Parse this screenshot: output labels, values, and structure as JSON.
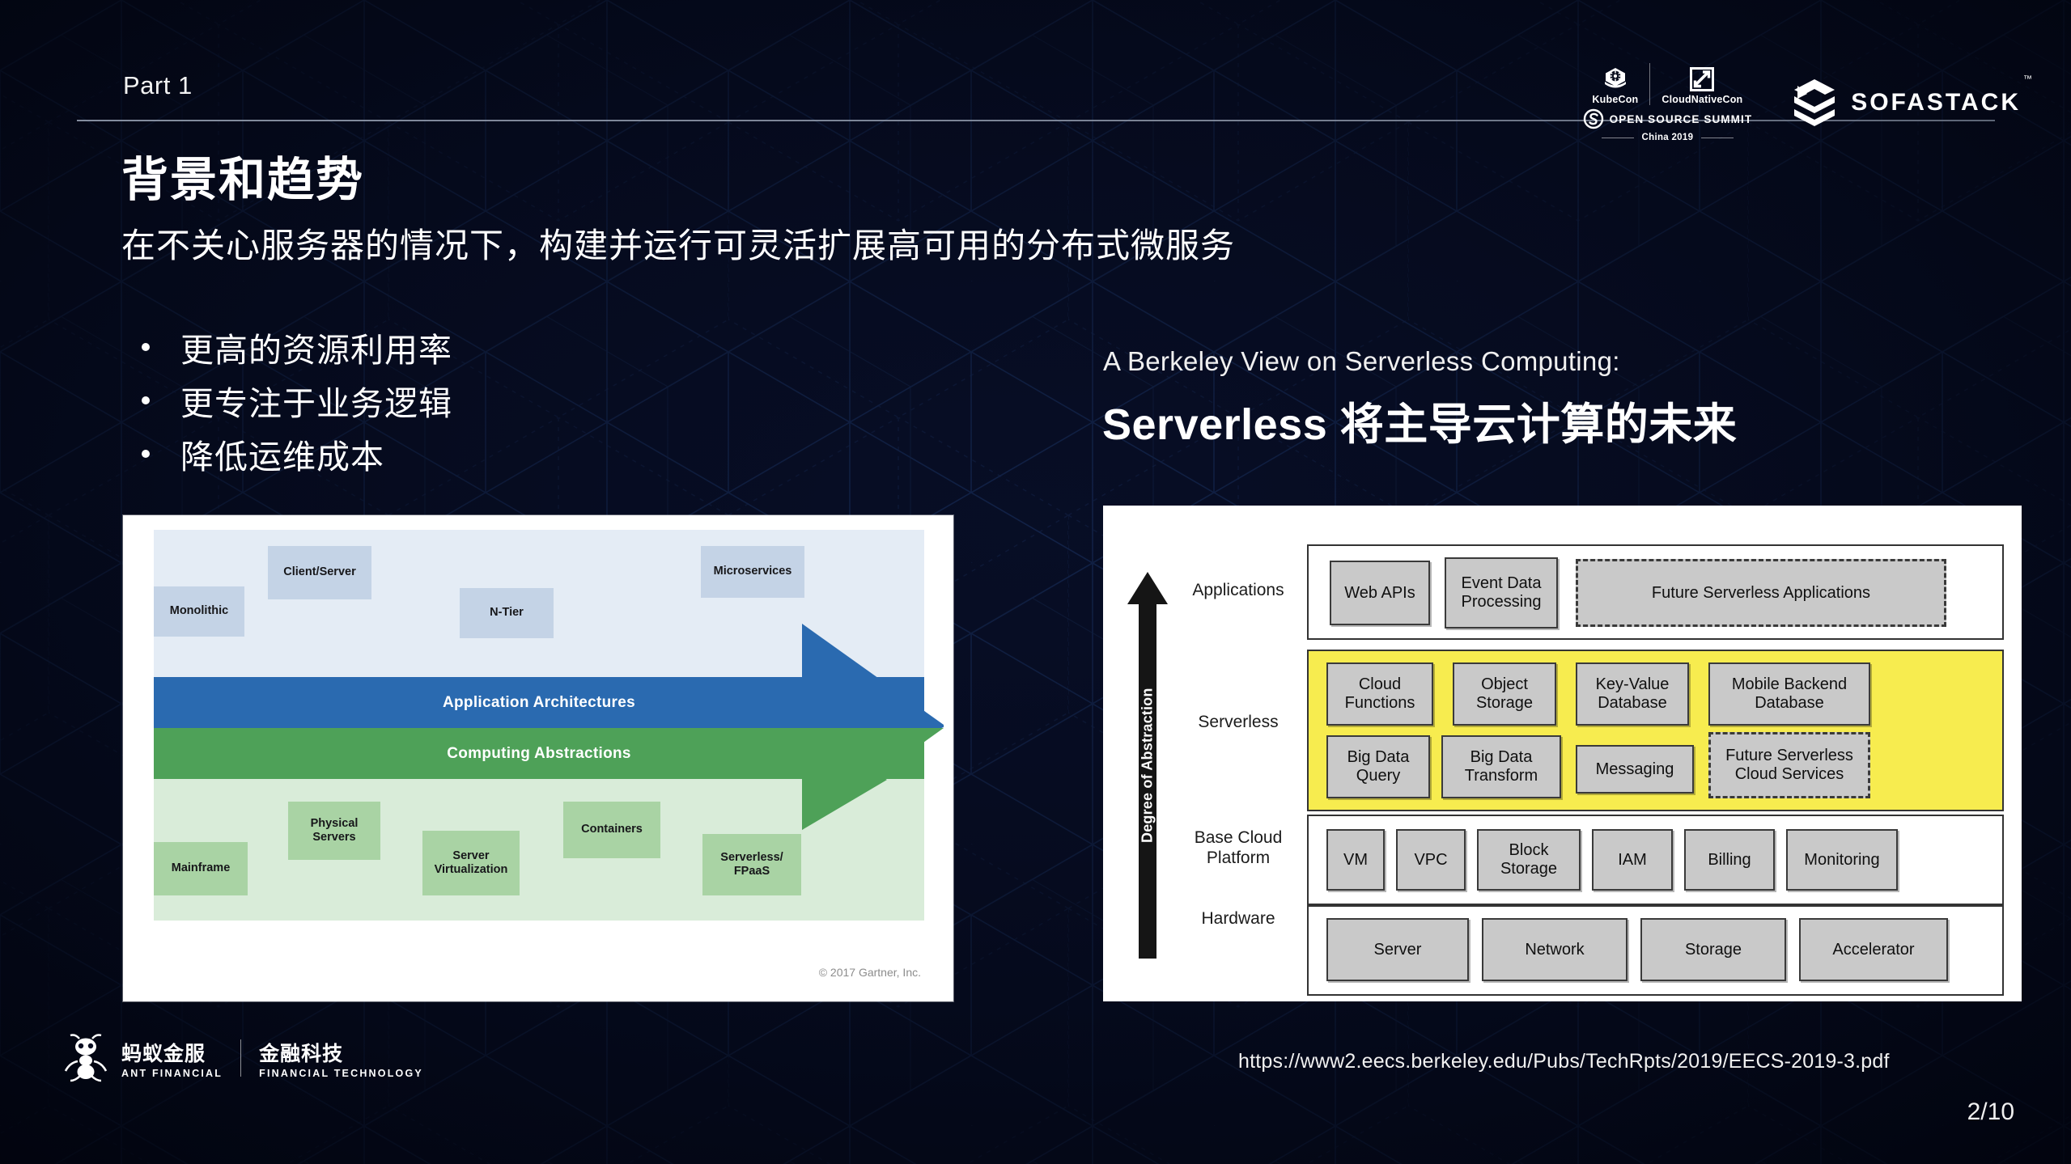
{
  "slide": {
    "part_label": "Part 1",
    "title": "背景和趋势",
    "subtitle": "在不关心服务器的情况下，构建并运行可灵活扩展高可用的分布式微服务",
    "bullets": [
      "更高的资源利用率",
      "更专注于业务逻辑",
      "降低运维成本"
    ],
    "page_number": "2/10",
    "source_url": "https://www2.eecs.berkeley.edu/Pubs/TechRpts/2019/EECS-2019-3.pdf"
  },
  "right_heading": {
    "kicker": "A Berkeley View on Serverless Computing:",
    "title": "Serverless 将主导云计算的未来"
  },
  "logos": {
    "kubecon": "KubeCon",
    "cloudnativecon": "CloudNativeCon",
    "open_source_summit": "OPEN SOURCE SUMMIT",
    "china_2019": "China 2019",
    "sofastack": "SOFASTACK",
    "sofastack_tm": "™",
    "ant_financial_cn": "蚂蚁金服",
    "ant_financial_en": "ANT FINANCIAL",
    "fintech_cn": "金融科技",
    "fintech_en": "FINANCIAL TECHNOLOGY"
  },
  "gartner_chart": {
    "type": "diagram",
    "bands": [
      {
        "label": "Application Architectures",
        "color": "#2a6ab0"
      },
      {
        "label": "Computing Abstractions",
        "color": "#4ea158"
      }
    ],
    "upper_items": [
      "Monolithic",
      "Client/Server",
      "N-Tier",
      "Microservices"
    ],
    "lower_items": [
      "Mainframe",
      "Physical Servers",
      "Server Virtualization",
      "Containers",
      "Serverless/ FPaaS"
    ],
    "items": {
      "monolithic": "Monolithic",
      "client_server": "Client/Server",
      "n_tier": "N-Tier",
      "microservices": "Microservices",
      "mainframe": "Mainframe",
      "physical_servers_l1": "Physical",
      "physical_servers_l2": "Servers",
      "server_virtualization_l1": "Server",
      "server_virtualization_l2": "Virtualization",
      "containers": "Containers",
      "serverless_fpaas_l1": "Serverless/",
      "serverless_fpaas_l2": "FPaaS"
    },
    "credit": "© 2017 Gartner, Inc."
  },
  "berkeley_chart": {
    "type": "diagram",
    "axis_label": "Degree of Abstraction",
    "rows": [
      {
        "label": "Applications",
        "highlight": false,
        "cells": [
          "Web APIs",
          "Event Data Processing",
          "Future Serverless Applications"
        ]
      },
      {
        "label": "Serverless",
        "highlight": true,
        "cells": [
          "Cloud Functions",
          "Object Storage",
          "Key-Value Database",
          "Mobile Backend Database",
          "Big Data Query",
          "Big Data Transform",
          "Messaging",
          "Future Serverless Cloud Services"
        ]
      },
      {
        "label": "Base Cloud Platform",
        "highlight": false,
        "cells": [
          "VM",
          "VPC",
          "Block Storage",
          "IAM",
          "Billing",
          "Monitoring"
        ]
      },
      {
        "label": "Hardware",
        "highlight": false,
        "cells": [
          "Server",
          "Network",
          "Storage",
          "Accelerator"
        ]
      }
    ],
    "labels": {
      "applications": "Applications",
      "serverless": "Serverless",
      "base_cloud_l1": "Base Cloud",
      "base_cloud_l2": "Platform",
      "hardware": "Hardware"
    },
    "cells": {
      "web_apis": "Web APIs",
      "event_data_l1": "Event Data",
      "event_data_l2": "Processing",
      "future_apps": "Future Serverless Applications",
      "cloud_fn_l1": "Cloud",
      "cloud_fn_l2": "Functions",
      "object_storage_l1": "Object",
      "object_storage_l2": "Storage",
      "kv_db_l1": "Key-Value",
      "kv_db_l2": "Database",
      "mbaas_l1": "Mobile Backend",
      "mbaas_l2": "Database",
      "bd_query_l1": "Big Data",
      "bd_query_l2": "Query",
      "bd_transform_l1": "Big Data",
      "bd_transform_l2": "Transform",
      "messaging": "Messaging",
      "future_cloud_l1": "Future Serverless",
      "future_cloud_l2": "Cloud Services",
      "vm": "VM",
      "vpc": "VPC",
      "block_storage_l1": "Block",
      "block_storage_l2": "Storage",
      "iam": "IAM",
      "billing": "Billing",
      "monitoring": "Monitoring",
      "server": "Server",
      "network": "Network",
      "storage": "Storage",
      "accelerator": "Accelerator"
    },
    "colors": {
      "highlight": "#f7ec4f",
      "cell": "#c9c9c9",
      "border": "#333333"
    }
  },
  "theme": {
    "background": "#040718",
    "accent_line": "#17305c",
    "text": "#ffffff"
  }
}
